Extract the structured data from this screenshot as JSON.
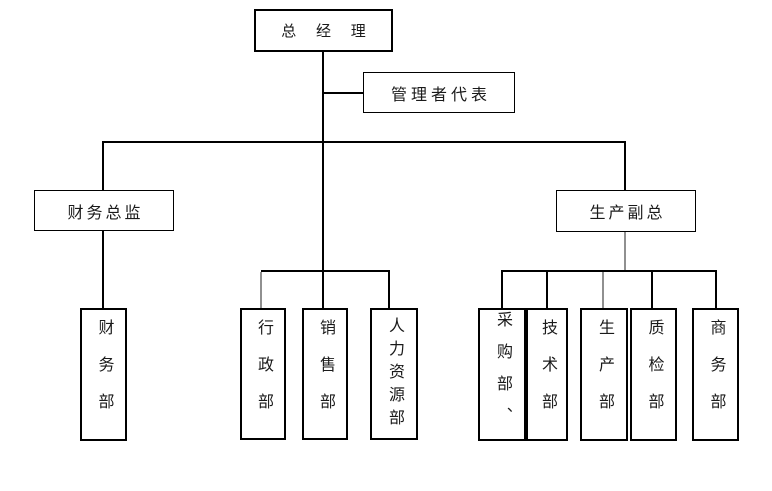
{
  "chart": {
    "type": "org-chart",
    "description": "公司组织架构图"
  },
  "nodes": {
    "general_manager": {
      "label": "总 经 理"
    },
    "management_rep": {
      "label": "管理者代表"
    },
    "finance_director": {
      "label": "财务总监"
    },
    "production_vp": {
      "label": "生产副总"
    },
    "finance_dept": {
      "label": "财务部"
    },
    "admin_dept": {
      "label": "行政部"
    },
    "sales_dept": {
      "label": "销售部"
    },
    "hr_dept": {
      "label": "人力资源部"
    },
    "purchasing_dept": {
      "label": "采购部、"
    },
    "tech_dept": {
      "label": "技术部"
    },
    "production_dept": {
      "label": "生产部"
    },
    "qc_dept": {
      "label": "质检部"
    },
    "commerce_dept": {
      "label": "商务部"
    }
  },
  "edges": [
    {
      "from": "总经理",
      "to": "管理者代表"
    },
    {
      "from": "总经理",
      "to": "财务总监"
    },
    {
      "from": "总经理",
      "to": "生产副总"
    },
    {
      "from": "总经理",
      "to": "行政部"
    },
    {
      "from": "总经理",
      "to": "销售部"
    },
    {
      "from": "总经理",
      "to": "人力资源部"
    },
    {
      "from": "财务总监",
      "to": "财务部"
    },
    {
      "from": "生产副总",
      "to": "采购部"
    },
    {
      "from": "生产副总",
      "to": "技术部"
    },
    {
      "from": "生产副总",
      "to": "生产部"
    },
    {
      "from": "生产副总",
      "to": "质检部"
    },
    {
      "from": "生产副总",
      "to": "商务部"
    }
  ],
  "colors": {
    "background": "#ffffff",
    "box_border": "#000000",
    "line": "#000000",
    "line_secondary": "#909090",
    "text": "#1a1a1a"
  }
}
